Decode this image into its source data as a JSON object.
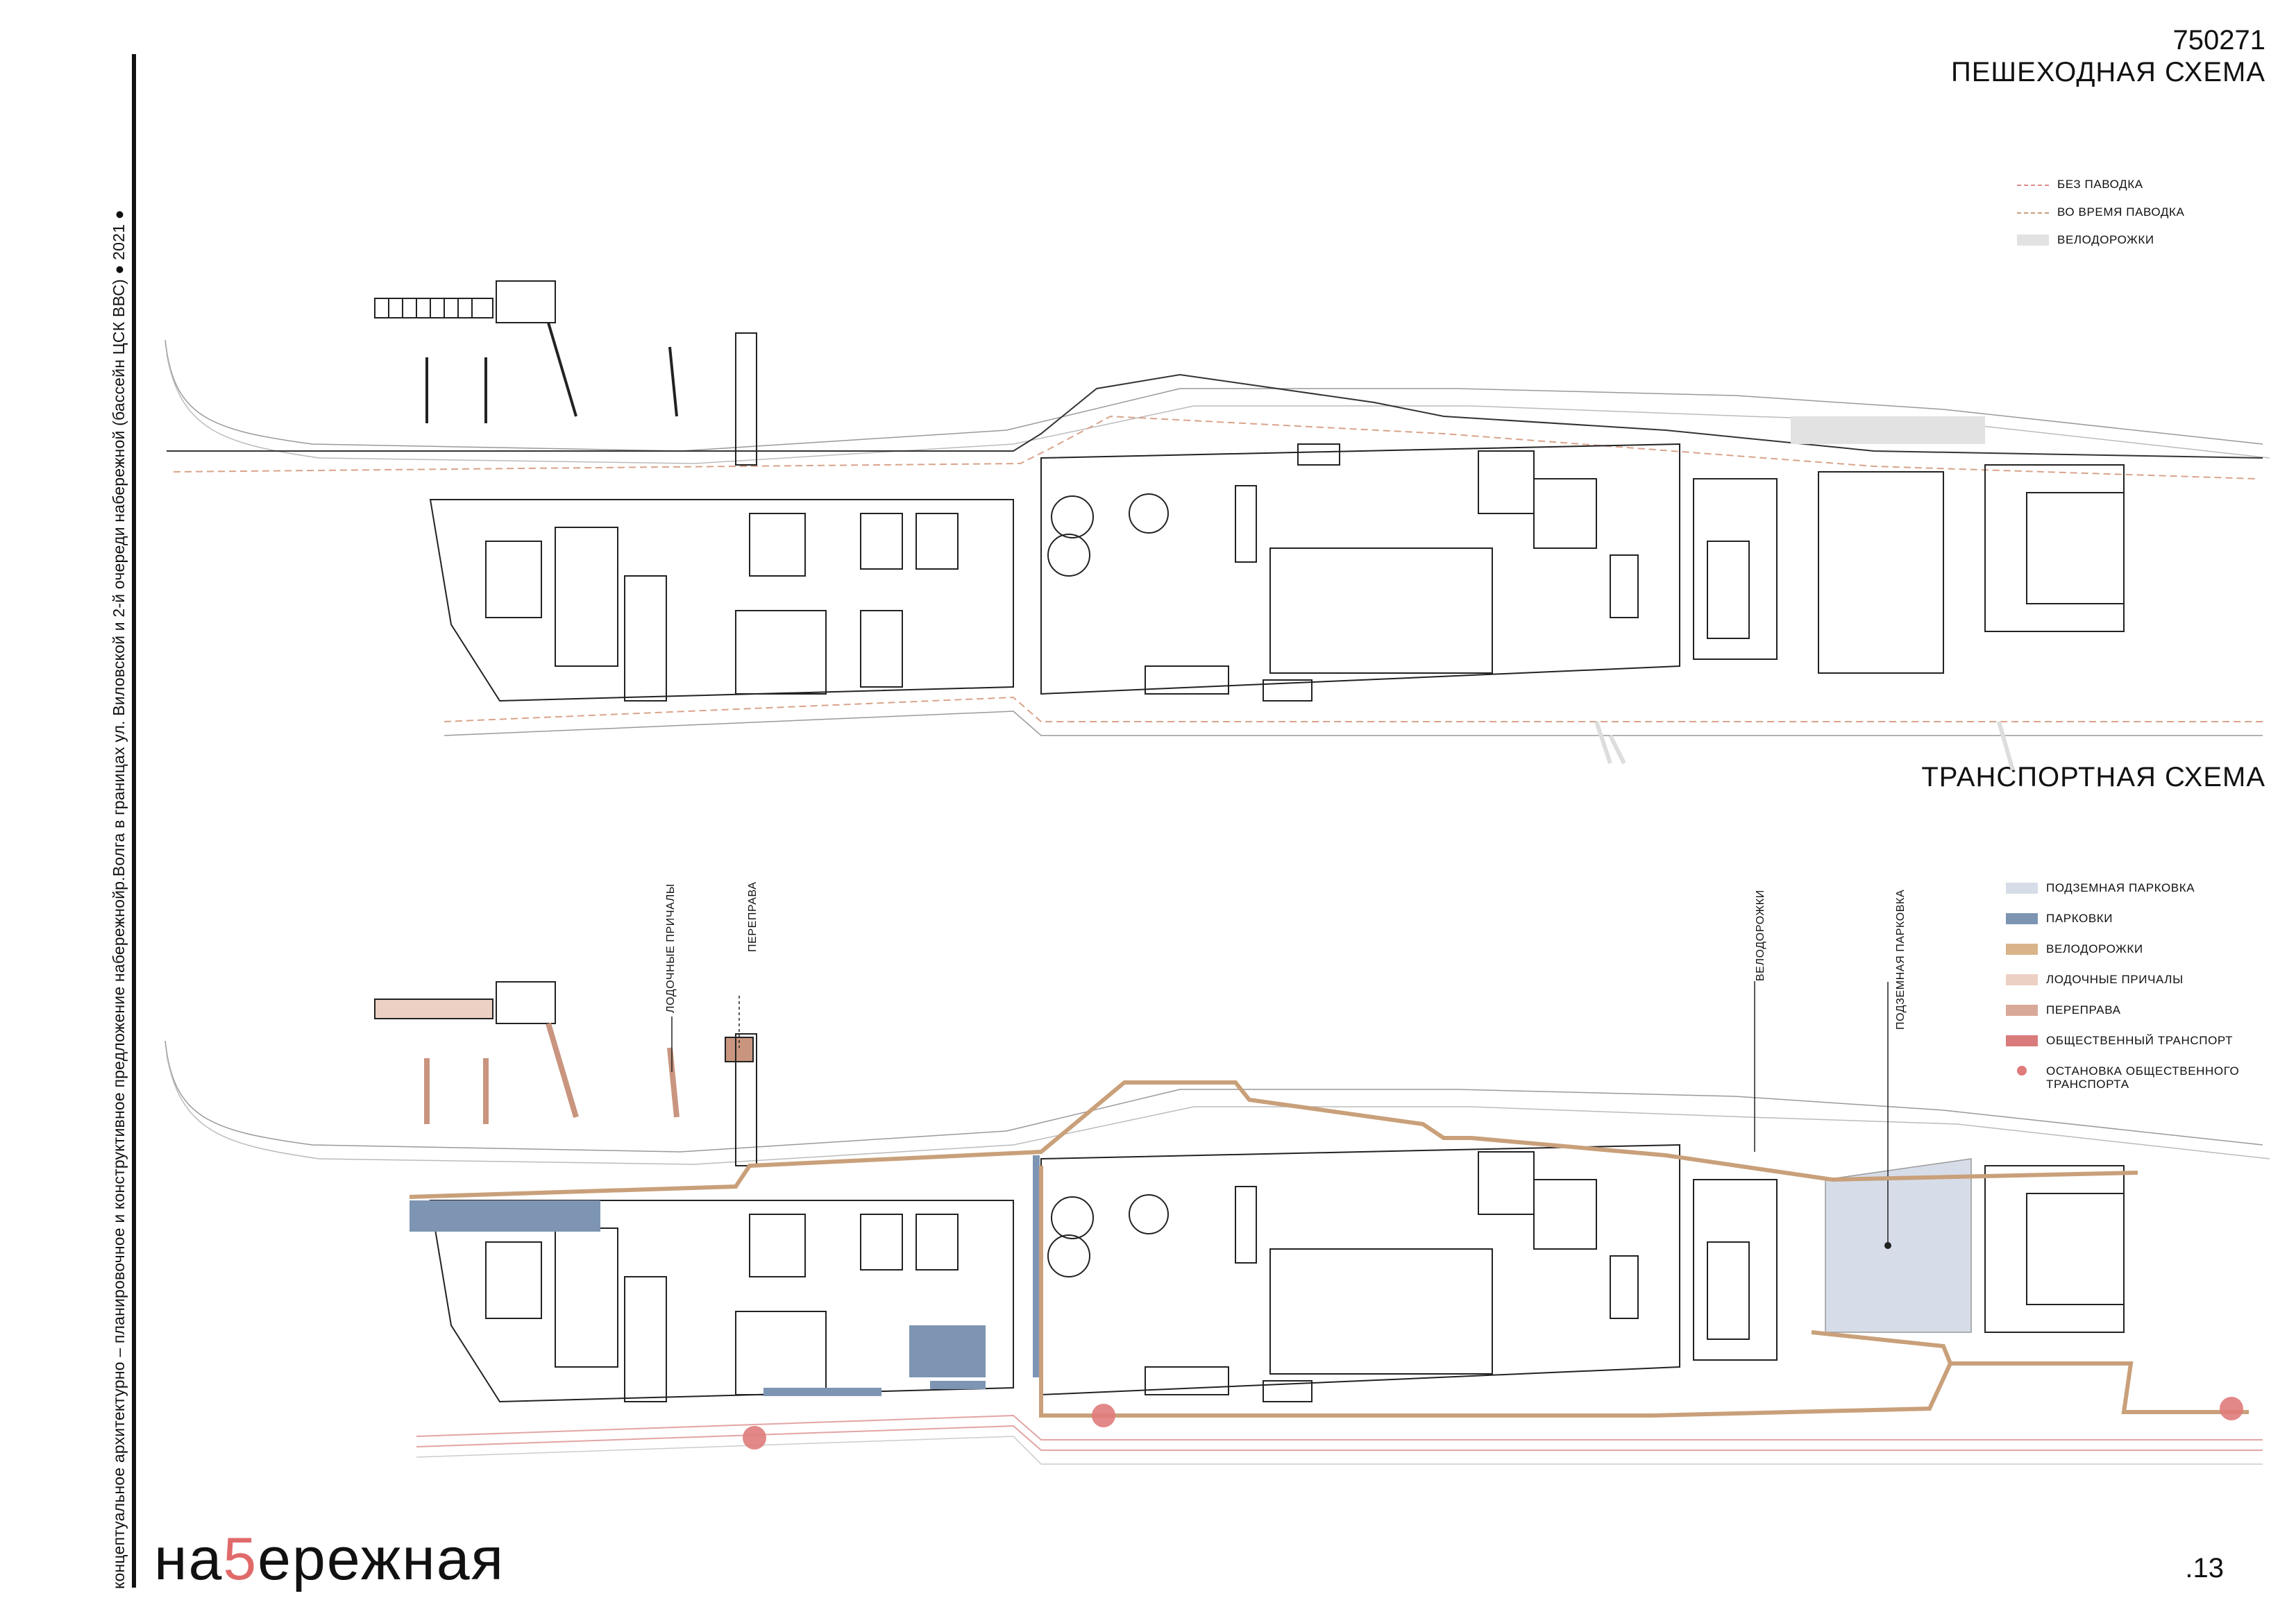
{
  "sidebar": {
    "vertical_text": "концептуальное архитектурно – планировочное и конструктивное предложение набережнойр.Волга в границах ул. Виловской и 2-й очереди набережной (бассейн ЦСК ВВС) ● 2021 ●"
  },
  "header": {
    "code": "750271",
    "title_top": "ПЕШЕХОДНАЯ СХЕМА",
    "title_bottom": "ТРАНСПОРТНАЯ СХЕМА"
  },
  "legend_pedestrian": [
    {
      "label": "БЕЗ ПАВОДКА",
      "color": "#d98a8a",
      "style": "dash"
    },
    {
      "label": "ВО ВРЕМЯ ПАВОДКА",
      "color": "#c9a07a",
      "style": "dash"
    },
    {
      "label": "ВЕЛОДОРОЖКИ",
      "color": "#e2e2e2",
      "style": "fill"
    }
  ],
  "legend_transport": [
    {
      "label": "ПОДЗЕМНАЯ ПАРКОВКА",
      "color": "#d6dde8",
      "style": "fill"
    },
    {
      "label": "ПАРКОВКИ",
      "color": "#7d95b3",
      "style": "fill"
    },
    {
      "label": "ВЕЛОДОРОЖКИ",
      "color": "#d9b48a",
      "style": "fill"
    },
    {
      "label": "ЛОДОЧНЫЕ ПРИЧАЛЫ",
      "color": "#edd0c4",
      "style": "fill"
    },
    {
      "label": "ПЕРЕПРАВА",
      "color": "#d8a898",
      "style": "fill"
    },
    {
      "label": "ОБЩЕСТВЕННЫЙ ТРАНСПОРТ",
      "color": "#d97b7b",
      "style": "fill"
    },
    {
      "label": "ОСТАНОВКА ОБЩЕСТВЕННОГО ТРАНСПОРТА",
      "color": "#e07b7b",
      "style": "dot"
    }
  ],
  "callouts": {
    "boat": "ЛОДОЧНЫЕ ПРИЧАЛЫ",
    "ferry": "ПЕРЕПРАВА",
    "bike": "ВЕЛОДОРОЖКИ",
    "parking": "ПОДЗЕМНАЯ ПАРКОВКА"
  },
  "footer": {
    "brand_a": "на",
    "brand_five": "5",
    "brand_b": "ережная",
    "page": ".13"
  }
}
